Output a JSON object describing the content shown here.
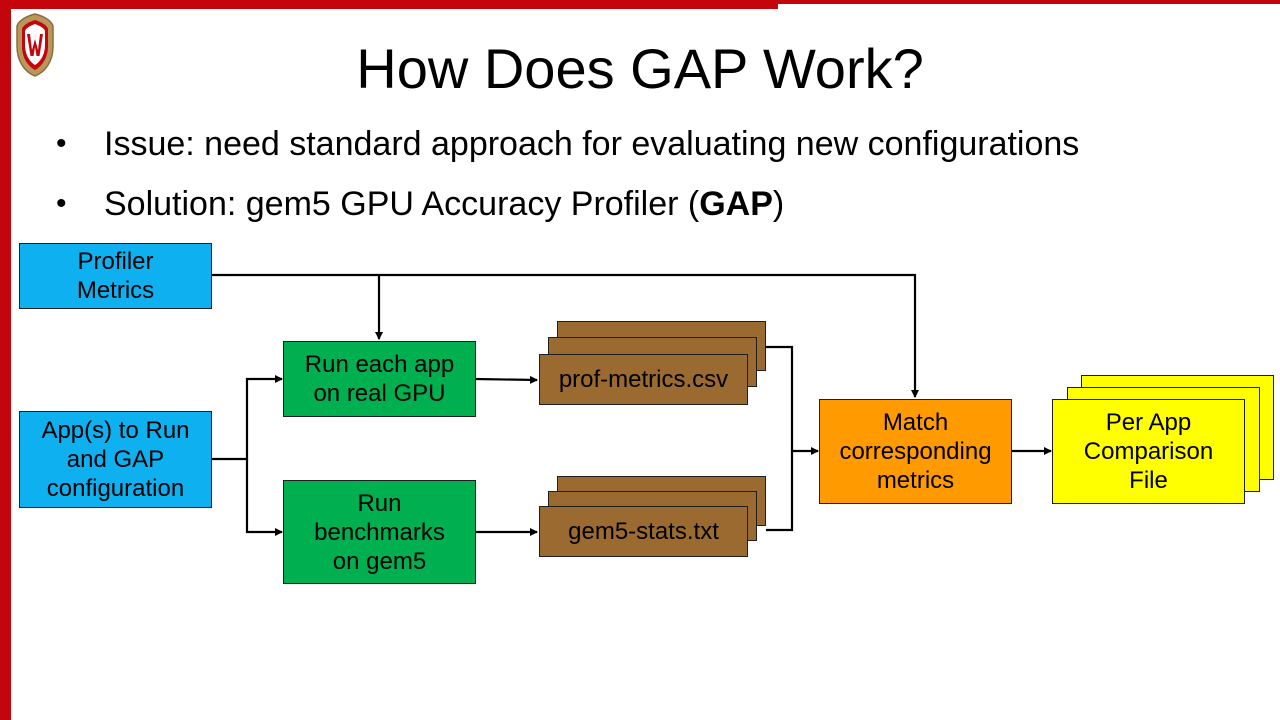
{
  "slide": {
    "title": "How Does GAP Work?",
    "bullets": [
      {
        "text": "Issue: need standard approach for evaluating new configurations"
      },
      {
        "prefix": "Solution: gem5 GPU Accuracy Profiler (",
        "bold": "GAP",
        "suffix": ")"
      }
    ]
  },
  "diagram": {
    "profiler_metrics": {
      "line1": "Profiler",
      "line2": "Metrics"
    },
    "apps_to_run": {
      "line1": "App(s) to Run",
      "line2": "and GAP",
      "line3": "configuration"
    },
    "run_real_gpu": {
      "line1": "Run each app",
      "line2": "on real GPU"
    },
    "run_gem5": {
      "line1": "Run",
      "line2": "benchmarks",
      "line3": "on gem5"
    },
    "prof_metrics_file": "prof-metrics.csv",
    "gem5_stats_file": "gem5-stats.txt",
    "match_metrics": {
      "line1": "Match",
      "line2": "corresponding",
      "line3": "metrics"
    },
    "per_app_file": {
      "line1": "Per App",
      "line2": "Comparison",
      "line3": "File"
    }
  },
  "colors": {
    "brand_red": "#c5050c",
    "input_blue": "#0fb0f0",
    "process_green": "#00b050",
    "file_brown": "#9a6a31",
    "match_orange": "#ff9a00",
    "output_yellow": "#ffff00"
  },
  "icons": {
    "logo": "uw-crest-icon"
  }
}
